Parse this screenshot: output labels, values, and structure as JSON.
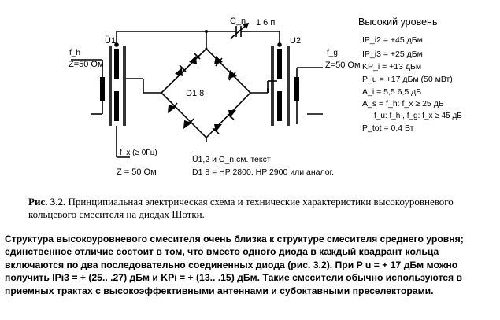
{
  "diagram": {
    "transformer_left": "Ü1",
    "transformer_right": "U2",
    "port_h_left": "f_h",
    "port_h_left_z": "Z=50 Ом",
    "port_g_right": "f_g",
    "port_g_right_z": "Z=50 Ом",
    "port_x": "f_x (≥ 0Гц)",
    "port_x_z": "Z = 50 Ом",
    "cap_label": "C_n",
    "cap_value": "1  6 п",
    "diodes_label": "D1  8",
    "note_line1": "Ü1,2  и  C_n,см. текст",
    "note_line2": "D1  8 = HP 2800, HP 2900  или аналог."
  },
  "specs": {
    "title": "Высокий уровень",
    "rows": [
      "IP_i2 =  +45 дБм",
      "IP_i3 =  +25 дБм",
      "KP_i  =  +13 дБм",
      "P_u   =  +17 дБм (50 мВт)",
      "A_i  = 5,5    6,5 дБ",
      "A_s = f_h: f_x  ≥ 25 дБ",
      "f_u: f_h ,  f_g: f_x  ≥ 45 дБ",
      "P_tot = 0,4 Вт"
    ]
  },
  "caption": {
    "prefix": "Рис. 3.2.",
    "text": " Принципиальная электрическая схема и технические характеристики высокоуровневого кольцевого смесителя на диодах Шотки."
  },
  "paragraph": "Структура высокоуровневого смесителя очень близка к структуре смесителя среднего уровня; единственное отличие состоит в том, что вместо одного диода в каждый квадрант кольца включаются по два последовательно соединенных диода (рис. 3.2). При P u = + 17 дБм можно получить IPi3 = + (25.. .27) дБм и KPi = + (13.. .15) дБм. Такие смесители обычно используются в приемных трактах с высокоэффективными антеннами и субоктавными преселекторами."
}
